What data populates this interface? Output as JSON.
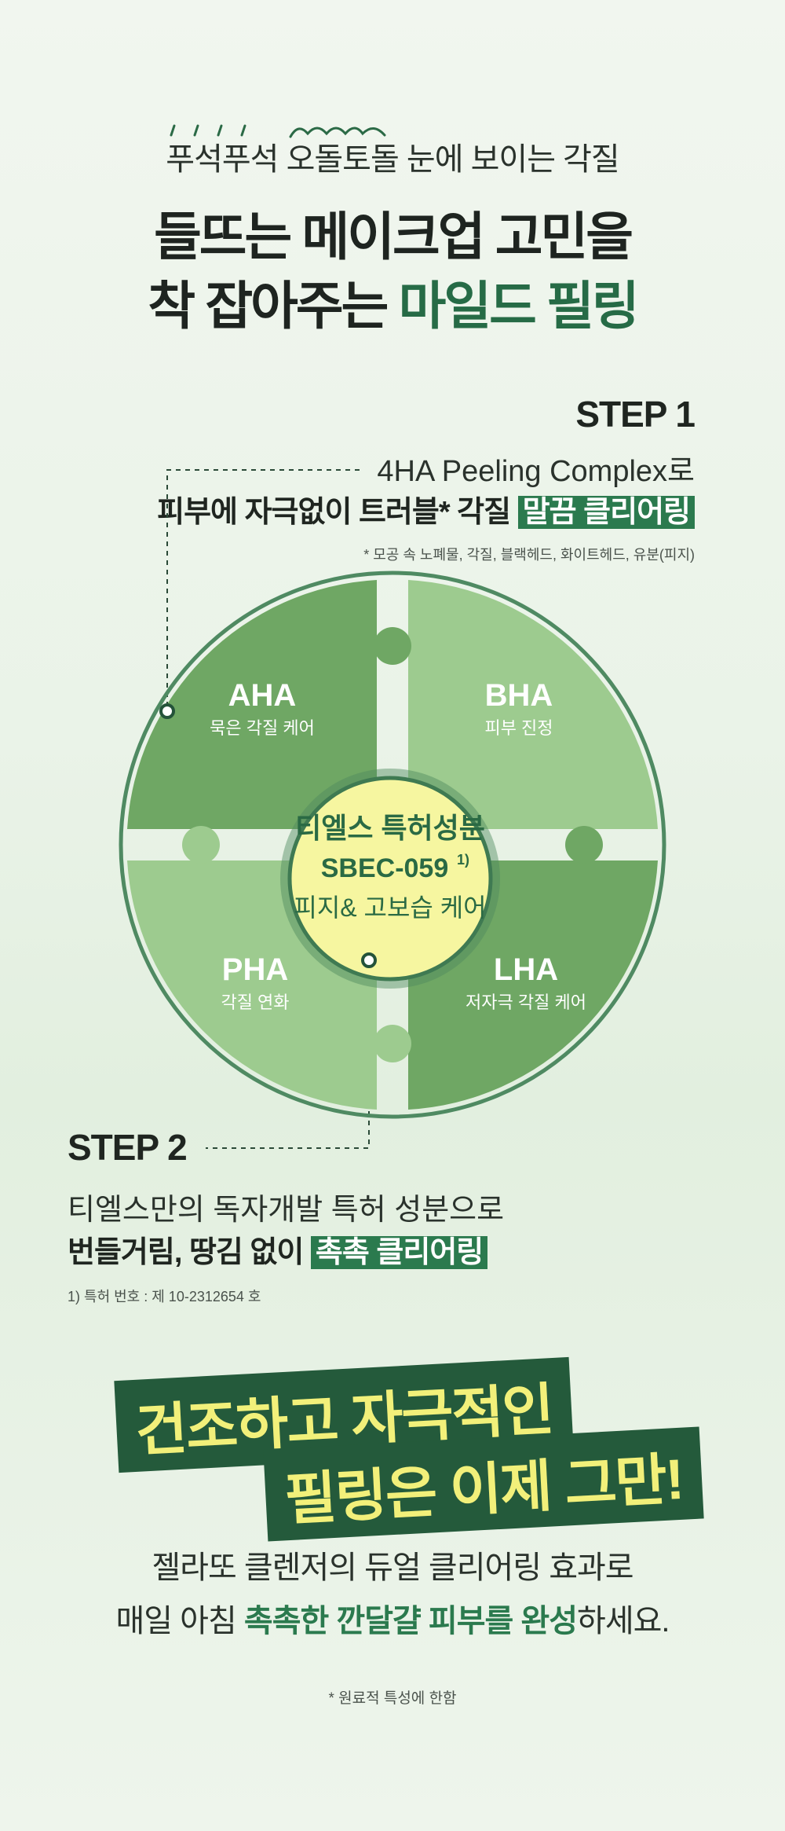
{
  "hero": {
    "subtitle": "푸석푸석 오돌토돌 눈에 보이는 각질",
    "title_line1": "들뜨는 메이크업 고민을",
    "title_line2_plain": "착 잡아주는 ",
    "title_line2_highlight": "마일드 필링"
  },
  "step1": {
    "title": "STEP 1",
    "line1": "4HA Peeling Complex로",
    "line2_plain": "피부에 자극없이 트러블* 각질 ",
    "line2_badge": "말끔 클리어링",
    "note": "* 모공 속 노폐물, 각질, 블랙헤드, 화이트헤드, 유분(피지)"
  },
  "puzzle": {
    "pieces": [
      {
        "name": "AHA",
        "desc": "묵은 각질 케어"
      },
      {
        "name": "BHA",
        "desc": "피부 진정"
      },
      {
        "name": "PHA",
        "desc": "각질 연화"
      },
      {
        "name": "LHA",
        "desc": "저자극 각질 케어"
      }
    ],
    "center_line1": "티엘스 특허성분",
    "center_line2": "SBEC-059",
    "center_sup": "1)",
    "center_line3": "피지& 고보습 케어",
    "colors": {
      "dark_green": "#6fa764",
      "light_green": "#9dcb8f",
      "outline": "#4e8a5e",
      "center_fill": "#f6f6a0"
    }
  },
  "step2": {
    "title": "STEP 2",
    "line1": "티엘스만의 독자개발 특허 성분으로",
    "line2_plain": "번들거림, 땅김 없이 ",
    "line2_badge": "촉촉 클리어링",
    "note": "1) 특허 번호 : 제 10-2312654 호"
  },
  "banner": {
    "line1": "건조하고 자극적인",
    "line2": "필링은 이제 그만!"
  },
  "closing": {
    "line1": "젤라또 클렌저의 듀얼 클리어링 효과로",
    "line2_plain_start": "매일 아침 ",
    "line2_highlight": "촉촉한 깐달걀 피부를 완성",
    "line2_plain_end": "하세요."
  },
  "footnote": "* 원료적 특성에 한함"
}
